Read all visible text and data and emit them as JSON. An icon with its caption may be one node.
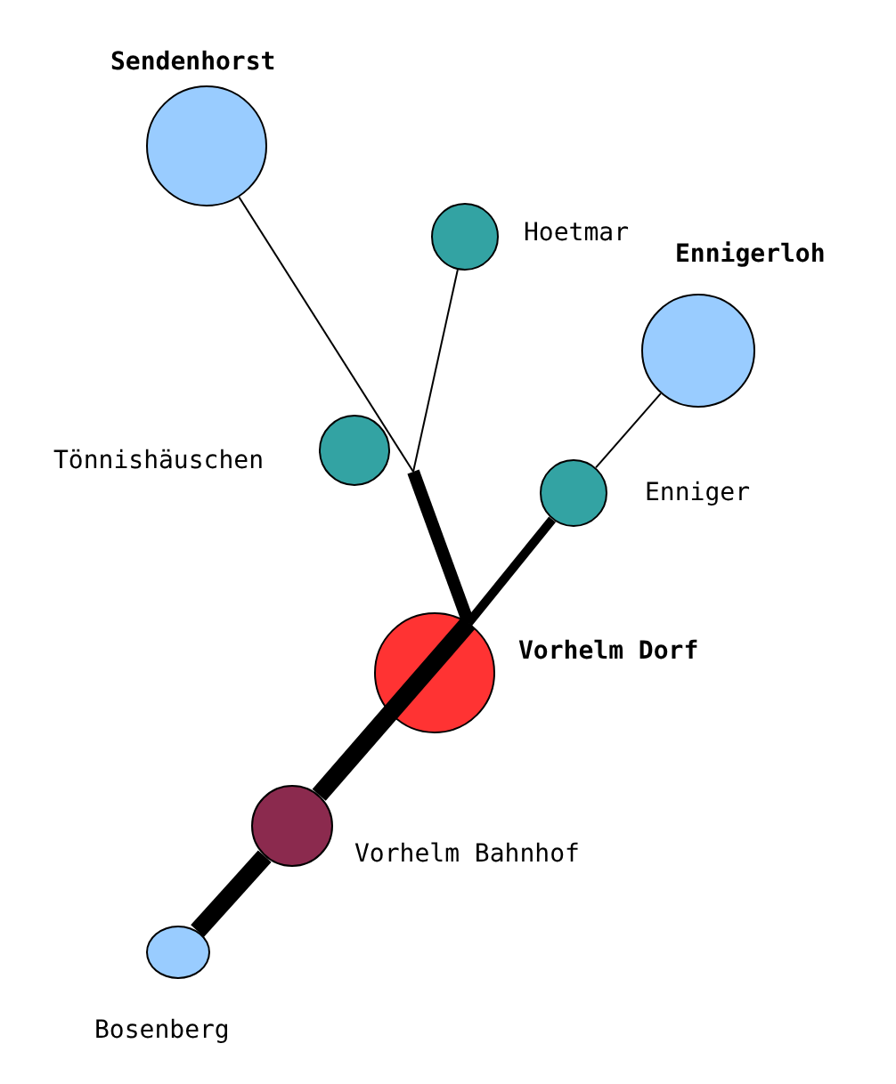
{
  "diagram": {
    "nodes": [
      {
        "text": [],
        "shape": "circle",
        "beside": [
          "Sendenhorst"
        ]
      },
      {
        "text": [],
        "shape": "circle",
        "beside": [
          "Hoetmar"
        ]
      },
      {
        "text": [],
        "shape": "circle",
        "beside": [
          "Ennigerloh"
        ]
      },
      {
        "text": [],
        "shape": "circle",
        "beside": [
          "Tönnishäuschen"
        ]
      },
      {
        "text": [],
        "shape": "circle",
        "beside": [
          "Enniger"
        ]
      },
      {
        "text": [],
        "shape": "circle",
        "beside": [
          "Vorhelm Dorf"
        ]
      },
      {
        "text": [],
        "shape": "circle",
        "beside": [
          "Vorhelm Bahnhof"
        ]
      },
      {
        "text": [],
        "shape": "circle",
        "beside": [
          "Bosenberg"
        ]
      }
    ],
    "edges": [
      {
        "from": 0,
        "to": 5,
        "arrow": "none"
      },
      {
        "from": 1,
        "to": 5,
        "arrow": "none"
      },
      {
        "from": 2,
        "to": 4,
        "arrow": "none"
      },
      {
        "from": 4,
        "to": 5,
        "arrow": "none",
        "style": "thick"
      },
      {
        "from": 5,
        "to": 6,
        "arrow": "none",
        "style": "thick"
      },
      {
        "from": 6,
        "to": 7,
        "arrow": "none",
        "style": "thick"
      }
    ]
  }
}
